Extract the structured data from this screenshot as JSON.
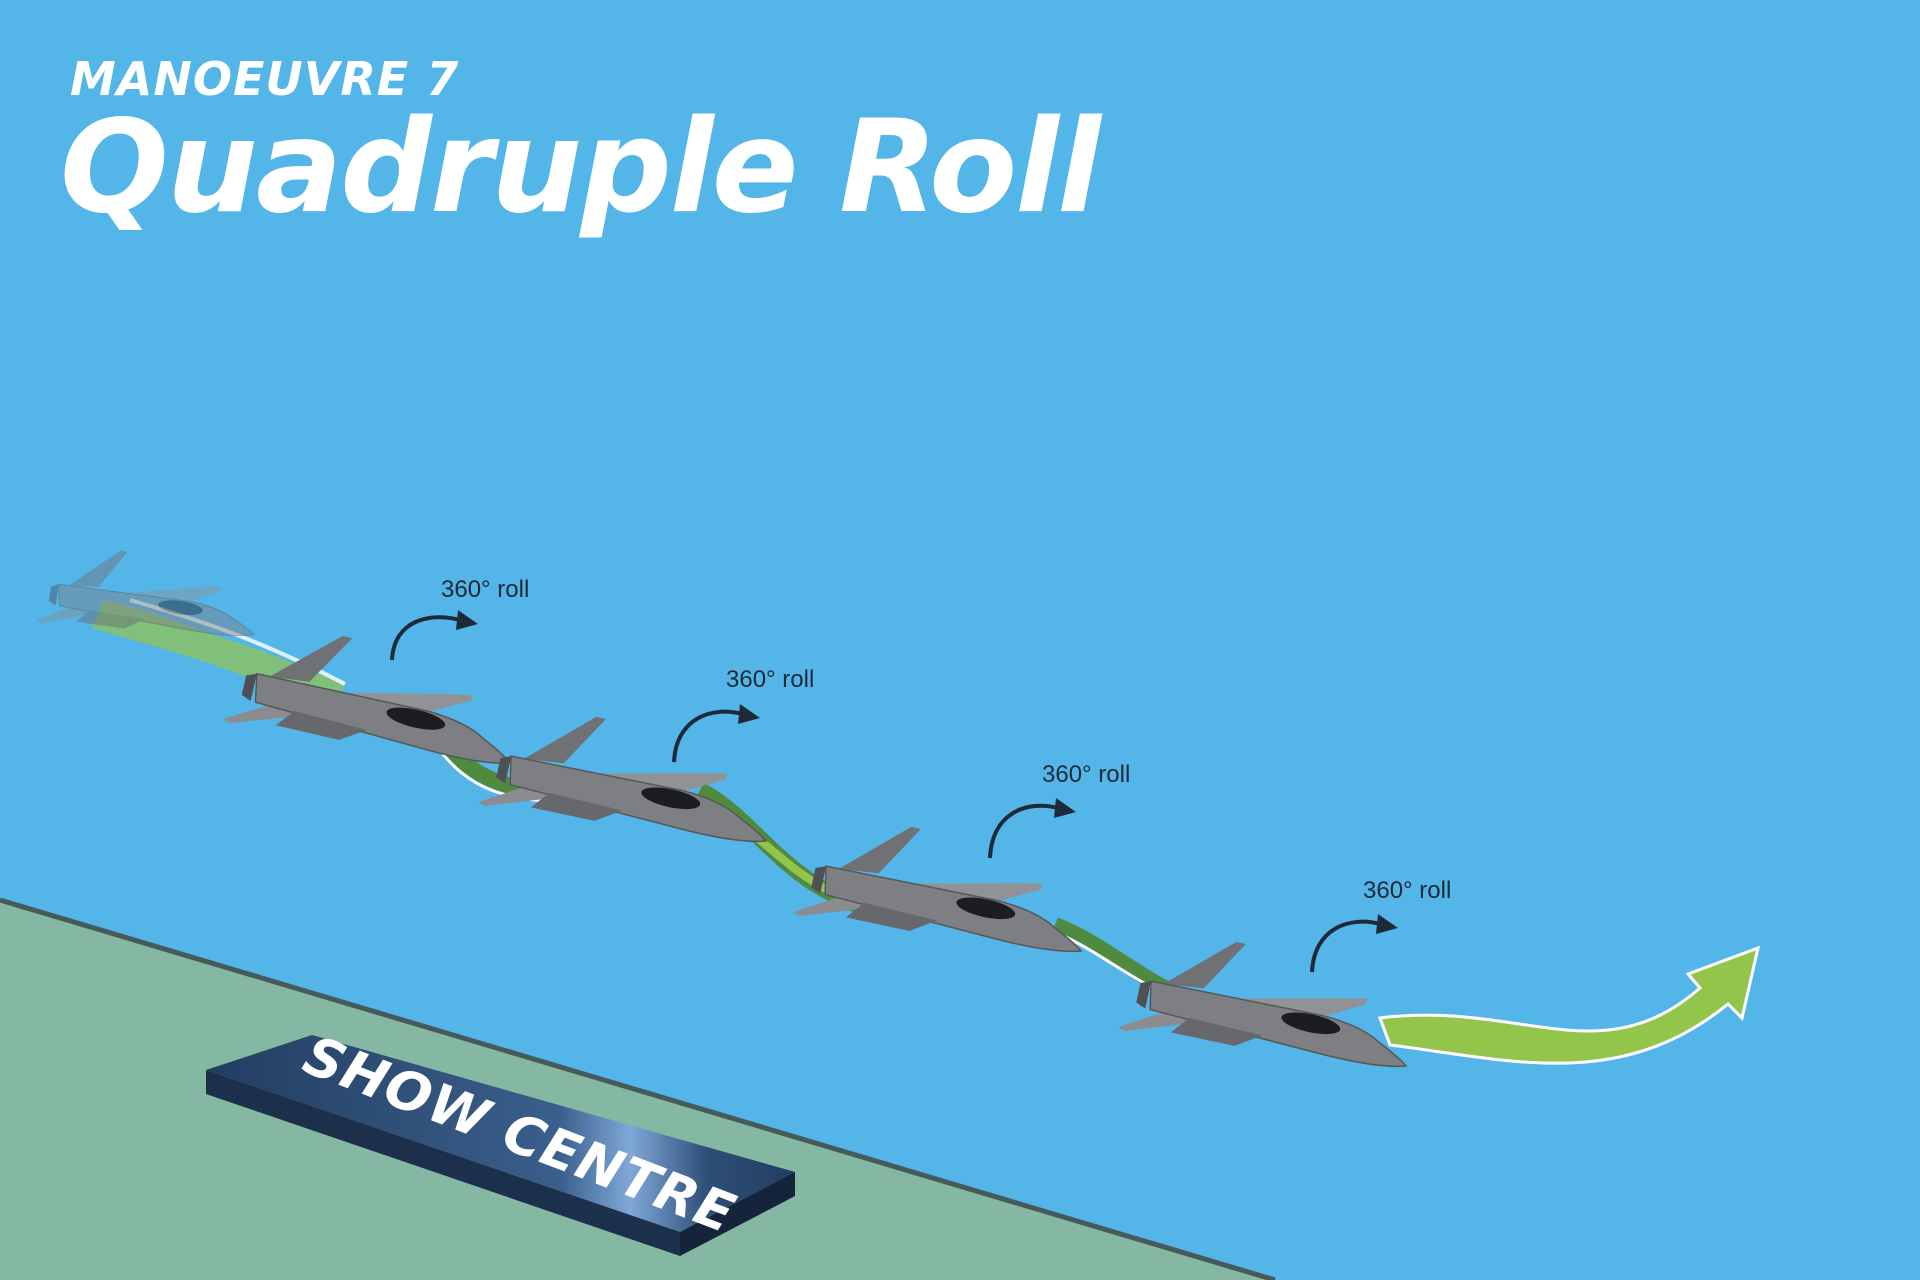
{
  "header": {
    "eyebrow": "MANOEUVRE 7",
    "title": "Quadruple Roll"
  },
  "rolls": [
    {
      "label": "360° roll"
    },
    {
      "label": "360° roll"
    },
    {
      "label": "360° roll"
    },
    {
      "label": "360° roll"
    }
  ],
  "sign": {
    "label": "SHOW CENTRE"
  },
  "colors": {
    "sky": "#54b5e9",
    "ground": "#84b8a2",
    "ground_edge": "#475a5a",
    "path_light": "#93c54b",
    "path_dark": "#4f8a3e",
    "jet": "#7d7f83",
    "sign": "#233d60"
  }
}
